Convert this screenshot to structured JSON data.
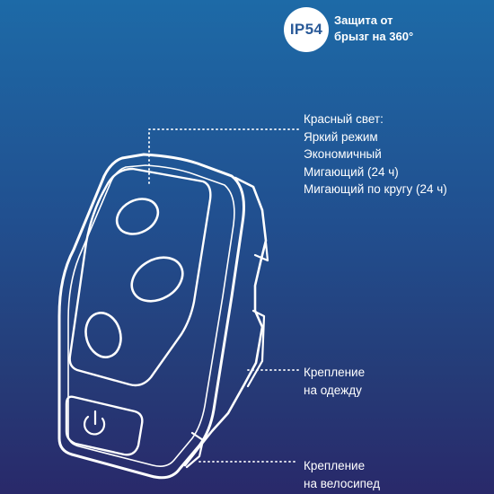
{
  "badge": {
    "label": "IP54",
    "description_lines": [
      "Защита от",
      "брызг на 360°"
    ]
  },
  "modes": {
    "title": "Красный свет:",
    "items": [
      "Яркий режим",
      "Экономичный",
      "Мигающий  (24 ч)",
      "Мигающий по кругу (24 ч)"
    ]
  },
  "mounts": {
    "clothing_lines": [
      "Крепление",
      "на одежду"
    ],
    "bike_lines": [
      "Крепление",
      "на велосипед"
    ]
  },
  "colors": {
    "background_top": "#1d6aa7",
    "background_bottom": "#29296a",
    "outline": "#ffffff",
    "badge_text": "#2a5a98"
  },
  "icons": {
    "power": "power-icon"
  }
}
